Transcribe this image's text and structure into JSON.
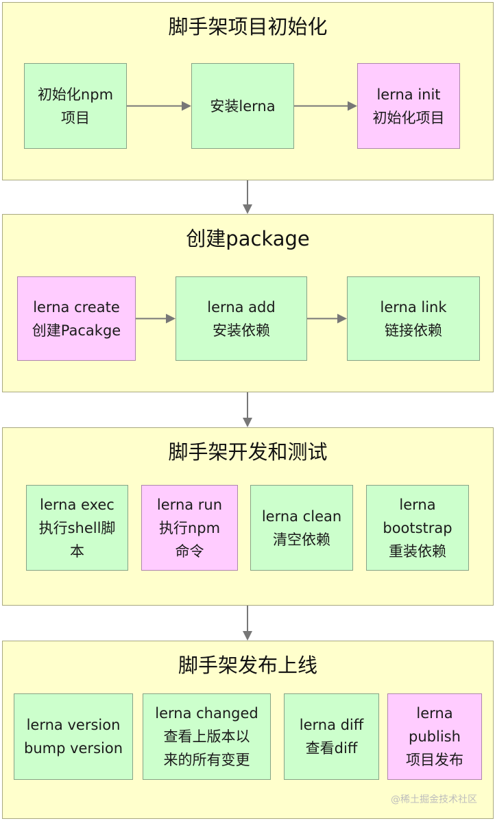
{
  "sections": [
    {
      "title": "脚手架项目初始化",
      "nodes": [
        {
          "lines": [
            "初始化npm",
            "项目"
          ],
          "fill": "green"
        },
        {
          "lines": [
            "安装lerna"
          ],
          "fill": "green"
        },
        {
          "lines": [
            "lerna init",
            "初始化项目"
          ],
          "fill": "pink"
        }
      ]
    },
    {
      "title": "创建package",
      "nodes": [
        {
          "lines": [
            "lerna create",
            "创建Pacakge"
          ],
          "fill": "pink"
        },
        {
          "lines": [
            "lerna add",
            "安装依赖"
          ],
          "fill": "green"
        },
        {
          "lines": [
            "lerna link",
            "链接依赖"
          ],
          "fill": "green"
        }
      ]
    },
    {
      "title": "脚手架开发和测试",
      "nodes": [
        {
          "lines": [
            "lerna exec",
            "执行shell脚",
            "本"
          ],
          "fill": "green"
        },
        {
          "lines": [
            "lerna run",
            "执行npm",
            "命令"
          ],
          "fill": "pink"
        },
        {
          "lines": [
            "lerna clean",
            "清空依赖"
          ],
          "fill": "green"
        },
        {
          "lines": [
            "lerna",
            "bootstrap",
            "重装依赖"
          ],
          "fill": "green"
        }
      ]
    },
    {
      "title": "脚手架发布上线",
      "nodes": [
        {
          "lines": [
            "lerna version",
            "bump version"
          ],
          "fill": "green"
        },
        {
          "lines": [
            "lerna changed",
            "查看上版本以",
            "来的所有变更"
          ],
          "fill": "green"
        },
        {
          "lines": [
            "lerna diff",
            "查看diff"
          ],
          "fill": "green"
        },
        {
          "lines": [
            "lerna",
            "publish",
            "项目发布"
          ],
          "fill": "pink"
        }
      ]
    }
  ],
  "watermark": "@稀土掘金技术社区",
  "colors": {
    "section_fill": "#ffffcc",
    "green_fill": "#ccffcc",
    "pink_fill": "#ffccff",
    "arrow": "#777777"
  }
}
